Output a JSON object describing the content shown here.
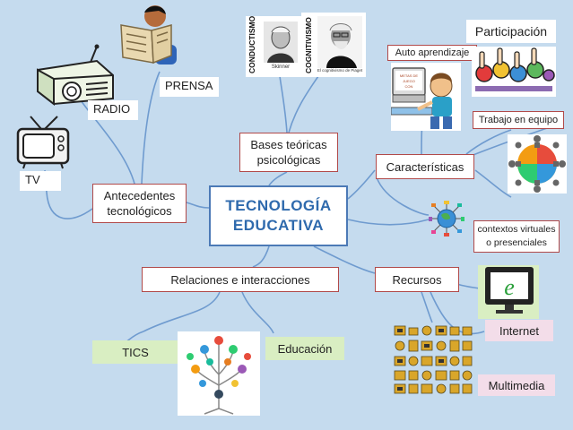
{
  "center": {
    "line1": "TECNOLOGÍA",
    "line2": "EDUCATIVA"
  },
  "nodes": {
    "antecedentes": [
      "Antecedentes",
      "tecnológicos"
    ],
    "bases": [
      "Bases teóricas",
      "psicológicas"
    ],
    "caracteristicas": "Características",
    "relaciones": "Relaciones e interacciones",
    "recursos": "Recursos"
  },
  "labels": {
    "radio": "RADIO",
    "prensa": "PRENSA",
    "tv": "TV",
    "conductismo": "CONDUCTISMO",
    "cognitivismo": "COGNITIVISMO",
    "skinner": "Skinner",
    "piaget": "El cognitivismo de Piaget",
    "auto_aprendizaje": "Auto aprendizaje",
    "participacion": "Participación",
    "trabajo_equipo": "Trabajo en equipo",
    "contextos": [
      "contextos virtuales",
      "o presenciales"
    ],
    "tics": "TICS",
    "educacion": "Educación",
    "internet": "Internet",
    "multimedia": "Multimedia",
    "sign_text": [
      "METAS DE",
      "JUEGO",
      "CON"
    ]
  },
  "colors": {
    "background": "#c5dbee",
    "node_border": "#b14a4a",
    "center_border": "#4c7ab6",
    "center_text": "#2f6aad",
    "connector": "#6f9bcf",
    "green_label": "#d9eec2",
    "pink_label": "#f3dde9"
  },
  "icons": [
    "radio-icon",
    "newspaper-reader-icon",
    "tv-icon",
    "skinner-photo",
    "piaget-photo",
    "child-computer-icon",
    "participation-hands-icon",
    "teamwork-puzzle-icon",
    "globe-network-icon",
    "internet-monitor-icon",
    "tics-tree-icon",
    "multimedia-icons-grid"
  ]
}
